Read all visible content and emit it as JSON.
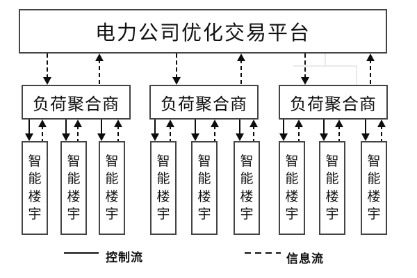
{
  "platform": {
    "label": "电力公司优化交易平台"
  },
  "aggregators": [
    "负荷聚合商",
    "负荷聚合商",
    "负荷聚合商"
  ],
  "buildings": [
    "智能楼宇",
    "智能楼宇",
    "智能楼宇",
    "智能楼宇",
    "智能楼宇",
    "智能楼宇",
    "智能楼宇",
    "智能楼宇",
    "智能楼宇"
  ],
  "legend": {
    "control": {
      "label": "控制流",
      "line_style": "solid"
    },
    "information": {
      "label": "信息流",
      "line_style": "dashed"
    }
  },
  "connections": {
    "platform_to_aggregator": {
      "downward": "information",
      "upward": "information",
      "line_style": "dashed",
      "bidirectional": true
    },
    "aggregator_to_building": {
      "downward": "control",
      "upward": "information",
      "down_line_style": "solid",
      "up_line_style": "dashed"
    }
  },
  "structure": {
    "levels": [
      "platform",
      "aggregators",
      "buildings"
    ],
    "aggregator_count": 3,
    "buildings_per_aggregator": 3
  },
  "colors": {
    "background": "#ffffff",
    "box_border": "#444444",
    "line": "#0d0d0d",
    "artifact_line": "#e9e9e9"
  }
}
